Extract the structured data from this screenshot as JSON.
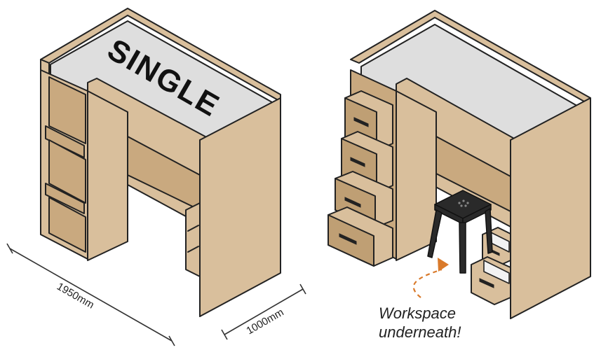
{
  "left_bed": {
    "mattress_label": "SINGLE",
    "length_dimension": "1950mm",
    "width_dimension": "1000mm"
  },
  "right_bed": {
    "callout_line1": "Workspace",
    "callout_line2": "underneath!",
    "callout_color": "#d97a2b"
  },
  "colors": {
    "wood": "#d9bf9c",
    "mattress": "#dedede",
    "stool": "#2a2a2a"
  }
}
